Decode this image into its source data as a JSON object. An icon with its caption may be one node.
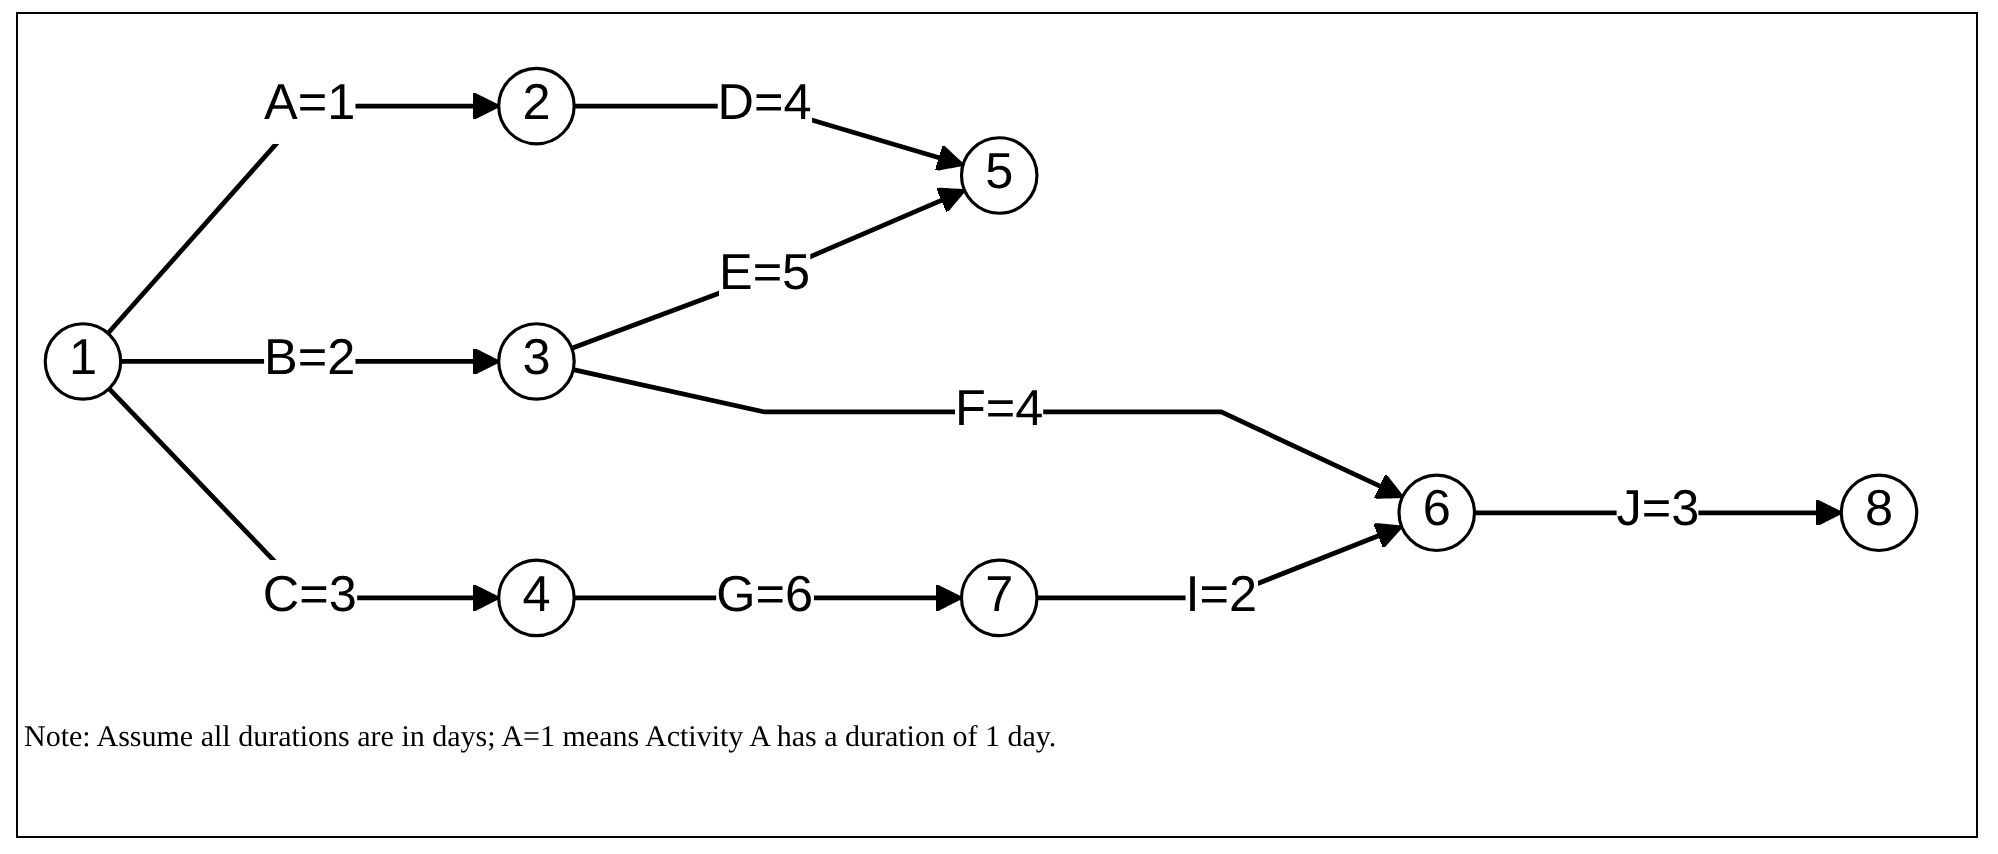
{
  "diagram": {
    "nodes": [
      {
        "text": [
          "1"
        ]
      },
      {
        "text": [
          "2"
        ]
      },
      {
        "text": [
          "3"
        ]
      },
      {
        "text": [
          "4"
        ]
      },
      {
        "text": [
          "5"
        ]
      },
      {
        "text": [
          "6"
        ]
      },
      {
        "text": [
          "7"
        ]
      },
      {
        "text": [
          "8"
        ]
      }
    ],
    "edges": [
      {
        "from": 0,
        "to": 1,
        "arrow": "to",
        "label": "A=1"
      },
      {
        "from": 0,
        "to": 2,
        "arrow": "to",
        "label": "B=2"
      },
      {
        "from": 0,
        "to": 3,
        "arrow": "to",
        "label": "C=3"
      },
      {
        "from": 1,
        "to": 4,
        "arrow": "to",
        "label": "D=4"
      },
      {
        "from": 2,
        "to": 4,
        "arrow": "to",
        "label": "E=5"
      },
      {
        "from": 2,
        "to": 5,
        "arrow": "to",
        "label": "F=4"
      },
      {
        "from": 3,
        "to": 6,
        "arrow": "to",
        "label": "G=6"
      },
      {
        "from": 6,
        "to": 5,
        "arrow": "to",
        "label": "I=2"
      },
      {
        "from": 5,
        "to": 7,
        "arrow": "to",
        "label": "J=3"
      }
    ],
    "labels": [
      "Note: Assume all durations are in days; A=1 means Activity A has a duration of 1 day."
    ]
  }
}
